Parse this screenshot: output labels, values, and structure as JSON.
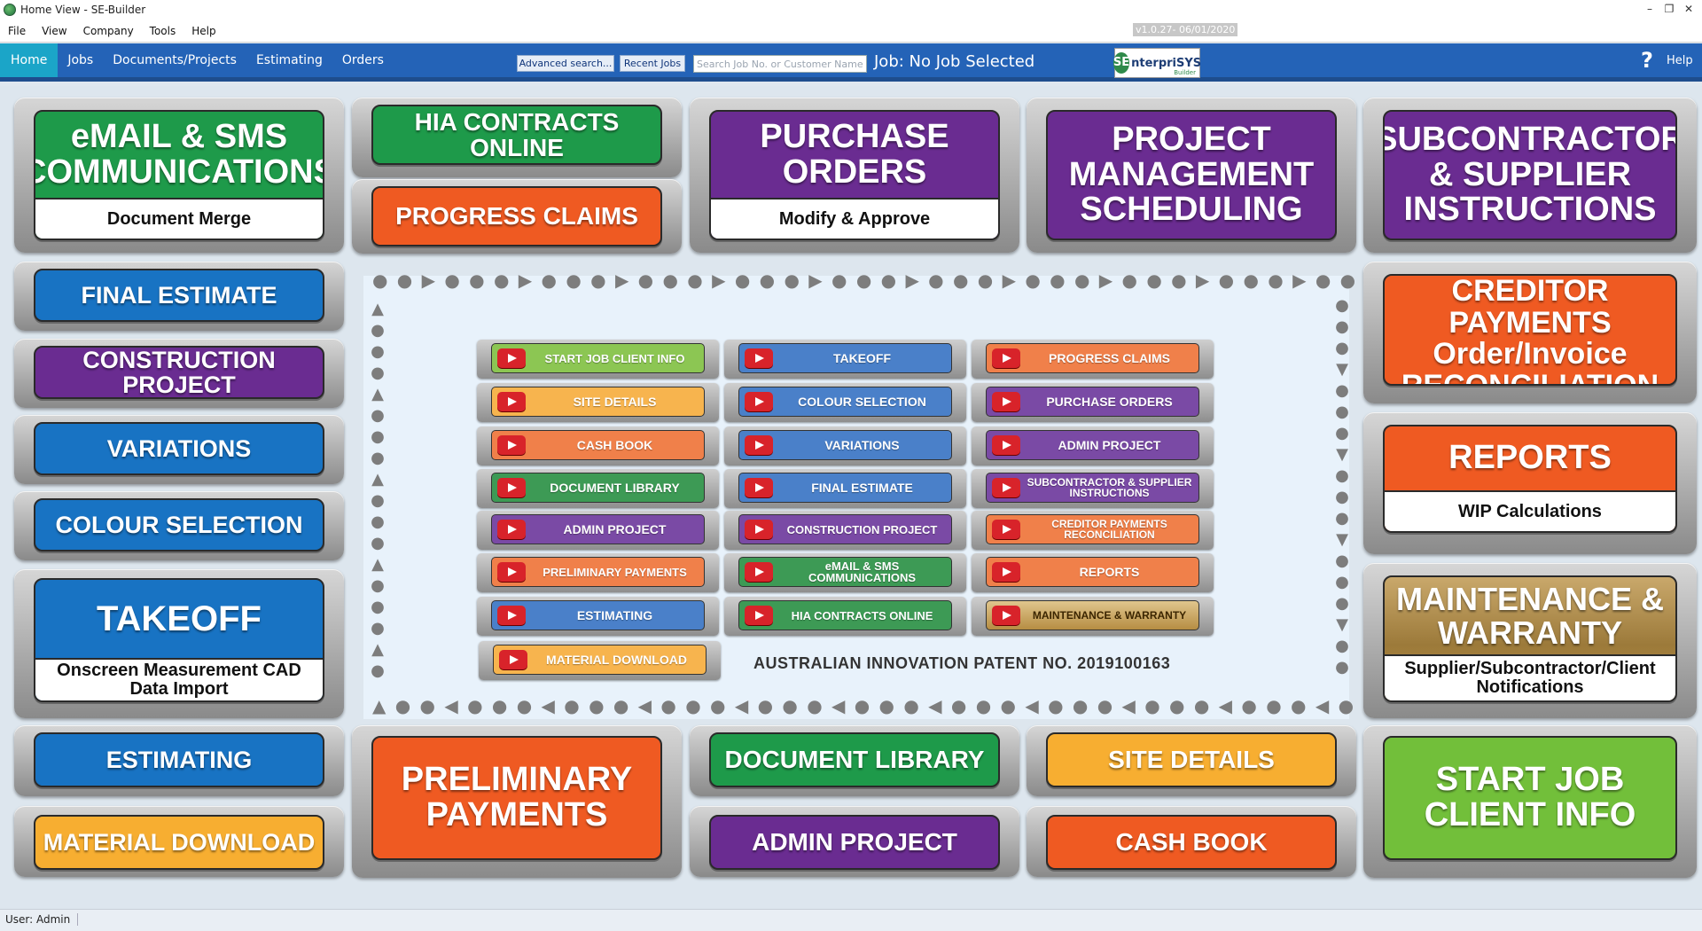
{
  "window": {
    "title": "Home View - SE-Builder",
    "controls": [
      "–",
      "❐",
      "✕"
    ]
  },
  "menu": {
    "items": [
      "File",
      "View",
      "Company",
      "Tools",
      "Help"
    ],
    "version": "v1.0.27- 06/01/2020"
  },
  "nav": {
    "tabs": [
      "Home",
      "Jobs",
      "Documents/Projects",
      "Estimating",
      "Orders"
    ],
    "active_tab": "Home",
    "advanced_search": "Advanced search...",
    "recent_jobs": "Recent Jobs",
    "search_placeholder": "Search Job No. or Customer Name",
    "job_label": "Job: No Job Selected",
    "logo_text": "nterpriSYS",
    "logo_mark": "SE",
    "logo_sub": "Builder",
    "help": "Help"
  },
  "colors": {
    "green": "#1e9a4a",
    "orange": "#ef5a22",
    "purple": "#6a2c91",
    "blue": "#1873c3",
    "yellow": "#f7ae31",
    "lime": "#72bf3a",
    "gold": "#b68d43",
    "nav": "#2463b7",
    "active_tab": "#1ba5c8"
  },
  "tiles": {
    "email_sms": {
      "main": "eMAIL & SMS COMMUNICATIONS",
      "sub": "Document Merge"
    },
    "hia_contracts": {
      "main": "HIA CONTRACTS ONLINE"
    },
    "progress_claims": {
      "main": "PROGRESS CLAIMS"
    },
    "purchase_orders": {
      "main": "PURCHASE ORDERS",
      "sub": "Modify & Approve"
    },
    "project_management": {
      "main": "PROJECT MANAGEMENT SCHEDULING"
    },
    "subcontractor": {
      "main": "SUBCONTRACTOR & SUPPLIER INSTRUCTIONS"
    },
    "final_estimate": {
      "main": "FINAL ESTIMATE"
    },
    "construction_project": {
      "main": "CONSTRUCTION PROJECT"
    },
    "variations": {
      "main": "VARIATIONS"
    },
    "colour_selection": {
      "main": "COLOUR SELECTION"
    },
    "takeoff": {
      "main": "TAKEOFF",
      "sub": "Onscreen Measurement CAD Data Import"
    },
    "creditor_payments": {
      "main": "CREDITOR PAYMENTS Order/Invoice RECONCILIATION"
    },
    "reports": {
      "main": "REPORTS",
      "sub": "WIP Calculations"
    },
    "maintenance": {
      "main": "MAINTENANCE & WARRANTY",
      "sub": "Supplier/Subcontractor/Client Notifications"
    },
    "estimating": {
      "main": "ESTIMATING"
    },
    "material_download": {
      "main": "MATERIAL DOWNLOAD"
    },
    "preliminary_payments": {
      "main": "PRELIMINARY PAYMENTS"
    },
    "document_library": {
      "main": "DOCUMENT LIBRARY"
    },
    "admin_project": {
      "main": "ADMIN PROJECT"
    },
    "site_details": {
      "main": "SITE DETAILS"
    },
    "cash_book": {
      "main": "CASH BOOK"
    },
    "start_job": {
      "main": "START JOB CLIENT INFO"
    }
  },
  "videos": {
    "col1": [
      "START JOB CLIENT INFO",
      "SITE DETAILS",
      "CASH BOOK",
      "DOCUMENT LIBRARY",
      "ADMIN PROJECT",
      "PRELIMINARY PAYMENTS",
      "ESTIMATING",
      "MATERIAL DOWNLOAD"
    ],
    "col2": [
      "TAKEOFF",
      "COLOUR SELECTION",
      "VARIATIONS",
      "FINAL ESTIMATE",
      "CONSTRUCTION PROJECT",
      "eMAIL & SMS COMMUNICATIONS",
      "HIA CONTRACTS ONLINE"
    ],
    "col3": [
      "PROGRESS CLAIMS",
      "PURCHASE ORDERS",
      "ADMIN PROJECT",
      "SUBCONTRACTOR & SUPPLIER INSTRUCTIONS",
      "CREDITOR PAYMENTS RECONCILIATION",
      "REPORTS",
      "MAINTENANCE & WARRANTY"
    ]
  },
  "patent": "AUSTRALIAN INNOVATION PATENT NO. 2019100163",
  "status": {
    "user": "User: Admin"
  }
}
